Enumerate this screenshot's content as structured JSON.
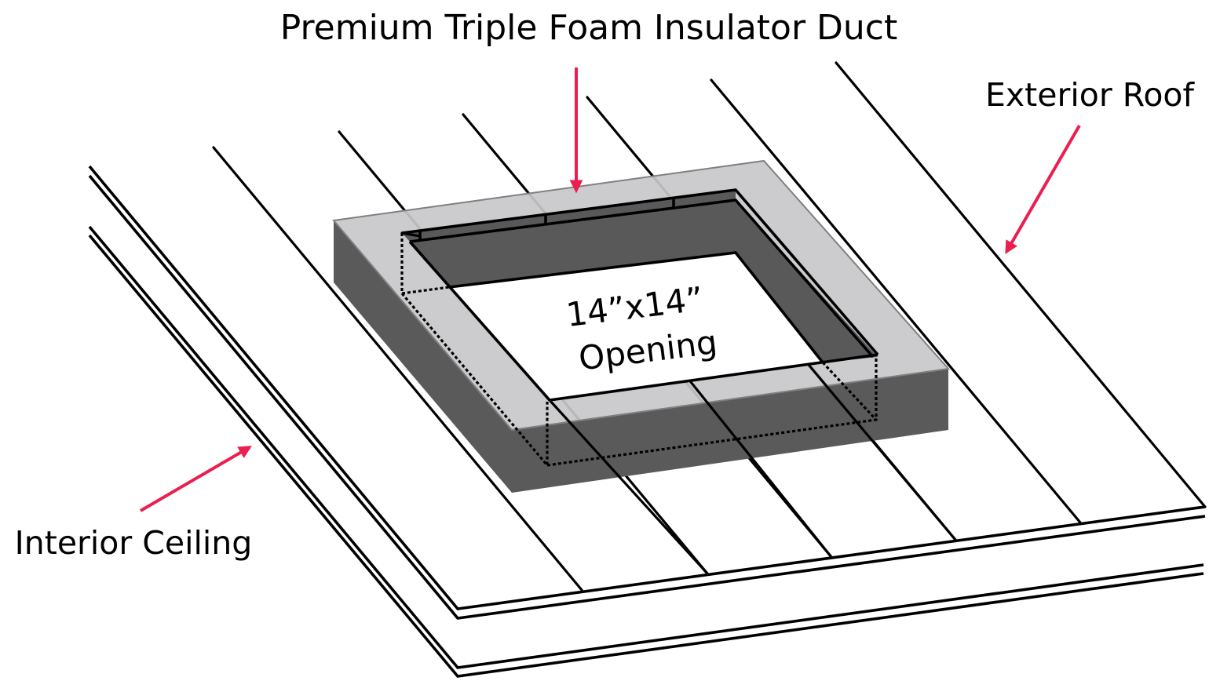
{
  "diagram": {
    "title": "Premium Triple Foam Insulator Duct",
    "labels": {
      "exterior_roof": "Exterior Roof",
      "interior_ceiling": "Interior Ceiling",
      "opening_size": "14”x14”",
      "opening_word": "Opening"
    },
    "colors": {
      "arrow": "#EC1E4F",
      "foam_top": "#C8C8CA",
      "foam_side": "#5A5A5A",
      "duct_inner": "#595959",
      "line": "#000000",
      "background": "#FFFFFF"
    },
    "components": [
      "roof-planks",
      "interior-ceiling-layers",
      "foam-insulator-block",
      "duct-opening"
    ]
  }
}
